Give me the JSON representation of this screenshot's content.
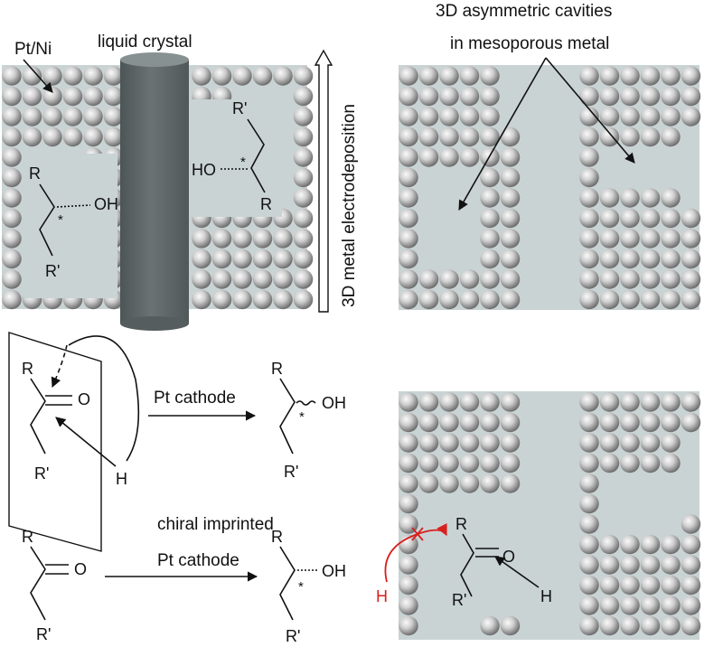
{
  "labels": {
    "pt_ni": "Pt/Ni",
    "liquid_crystal": "liquid crystal",
    "electrodeposition": "3D metal electrodeposition",
    "cavities_line1": "3D asymmetric cavities",
    "cavities_line2": "in mesoporous metal",
    "pt_cathode": "Pt cathode",
    "chiral_imprinted": "chiral imprinted",
    "pt_cathode_2": "Pt cathode"
  },
  "atoms": {
    "R": "R",
    "R_prime": "R'",
    "OH": "OH",
    "HO": "HO",
    "O": "O",
    "H": "H",
    "star": "*"
  },
  "colors": {
    "sphere_light": "#f4f4f4",
    "sphere_dark": "#6e6e6e",
    "matrix": "#c9d3d4",
    "cylinder": "#5f6869",
    "red": "#d8201e"
  }
}
